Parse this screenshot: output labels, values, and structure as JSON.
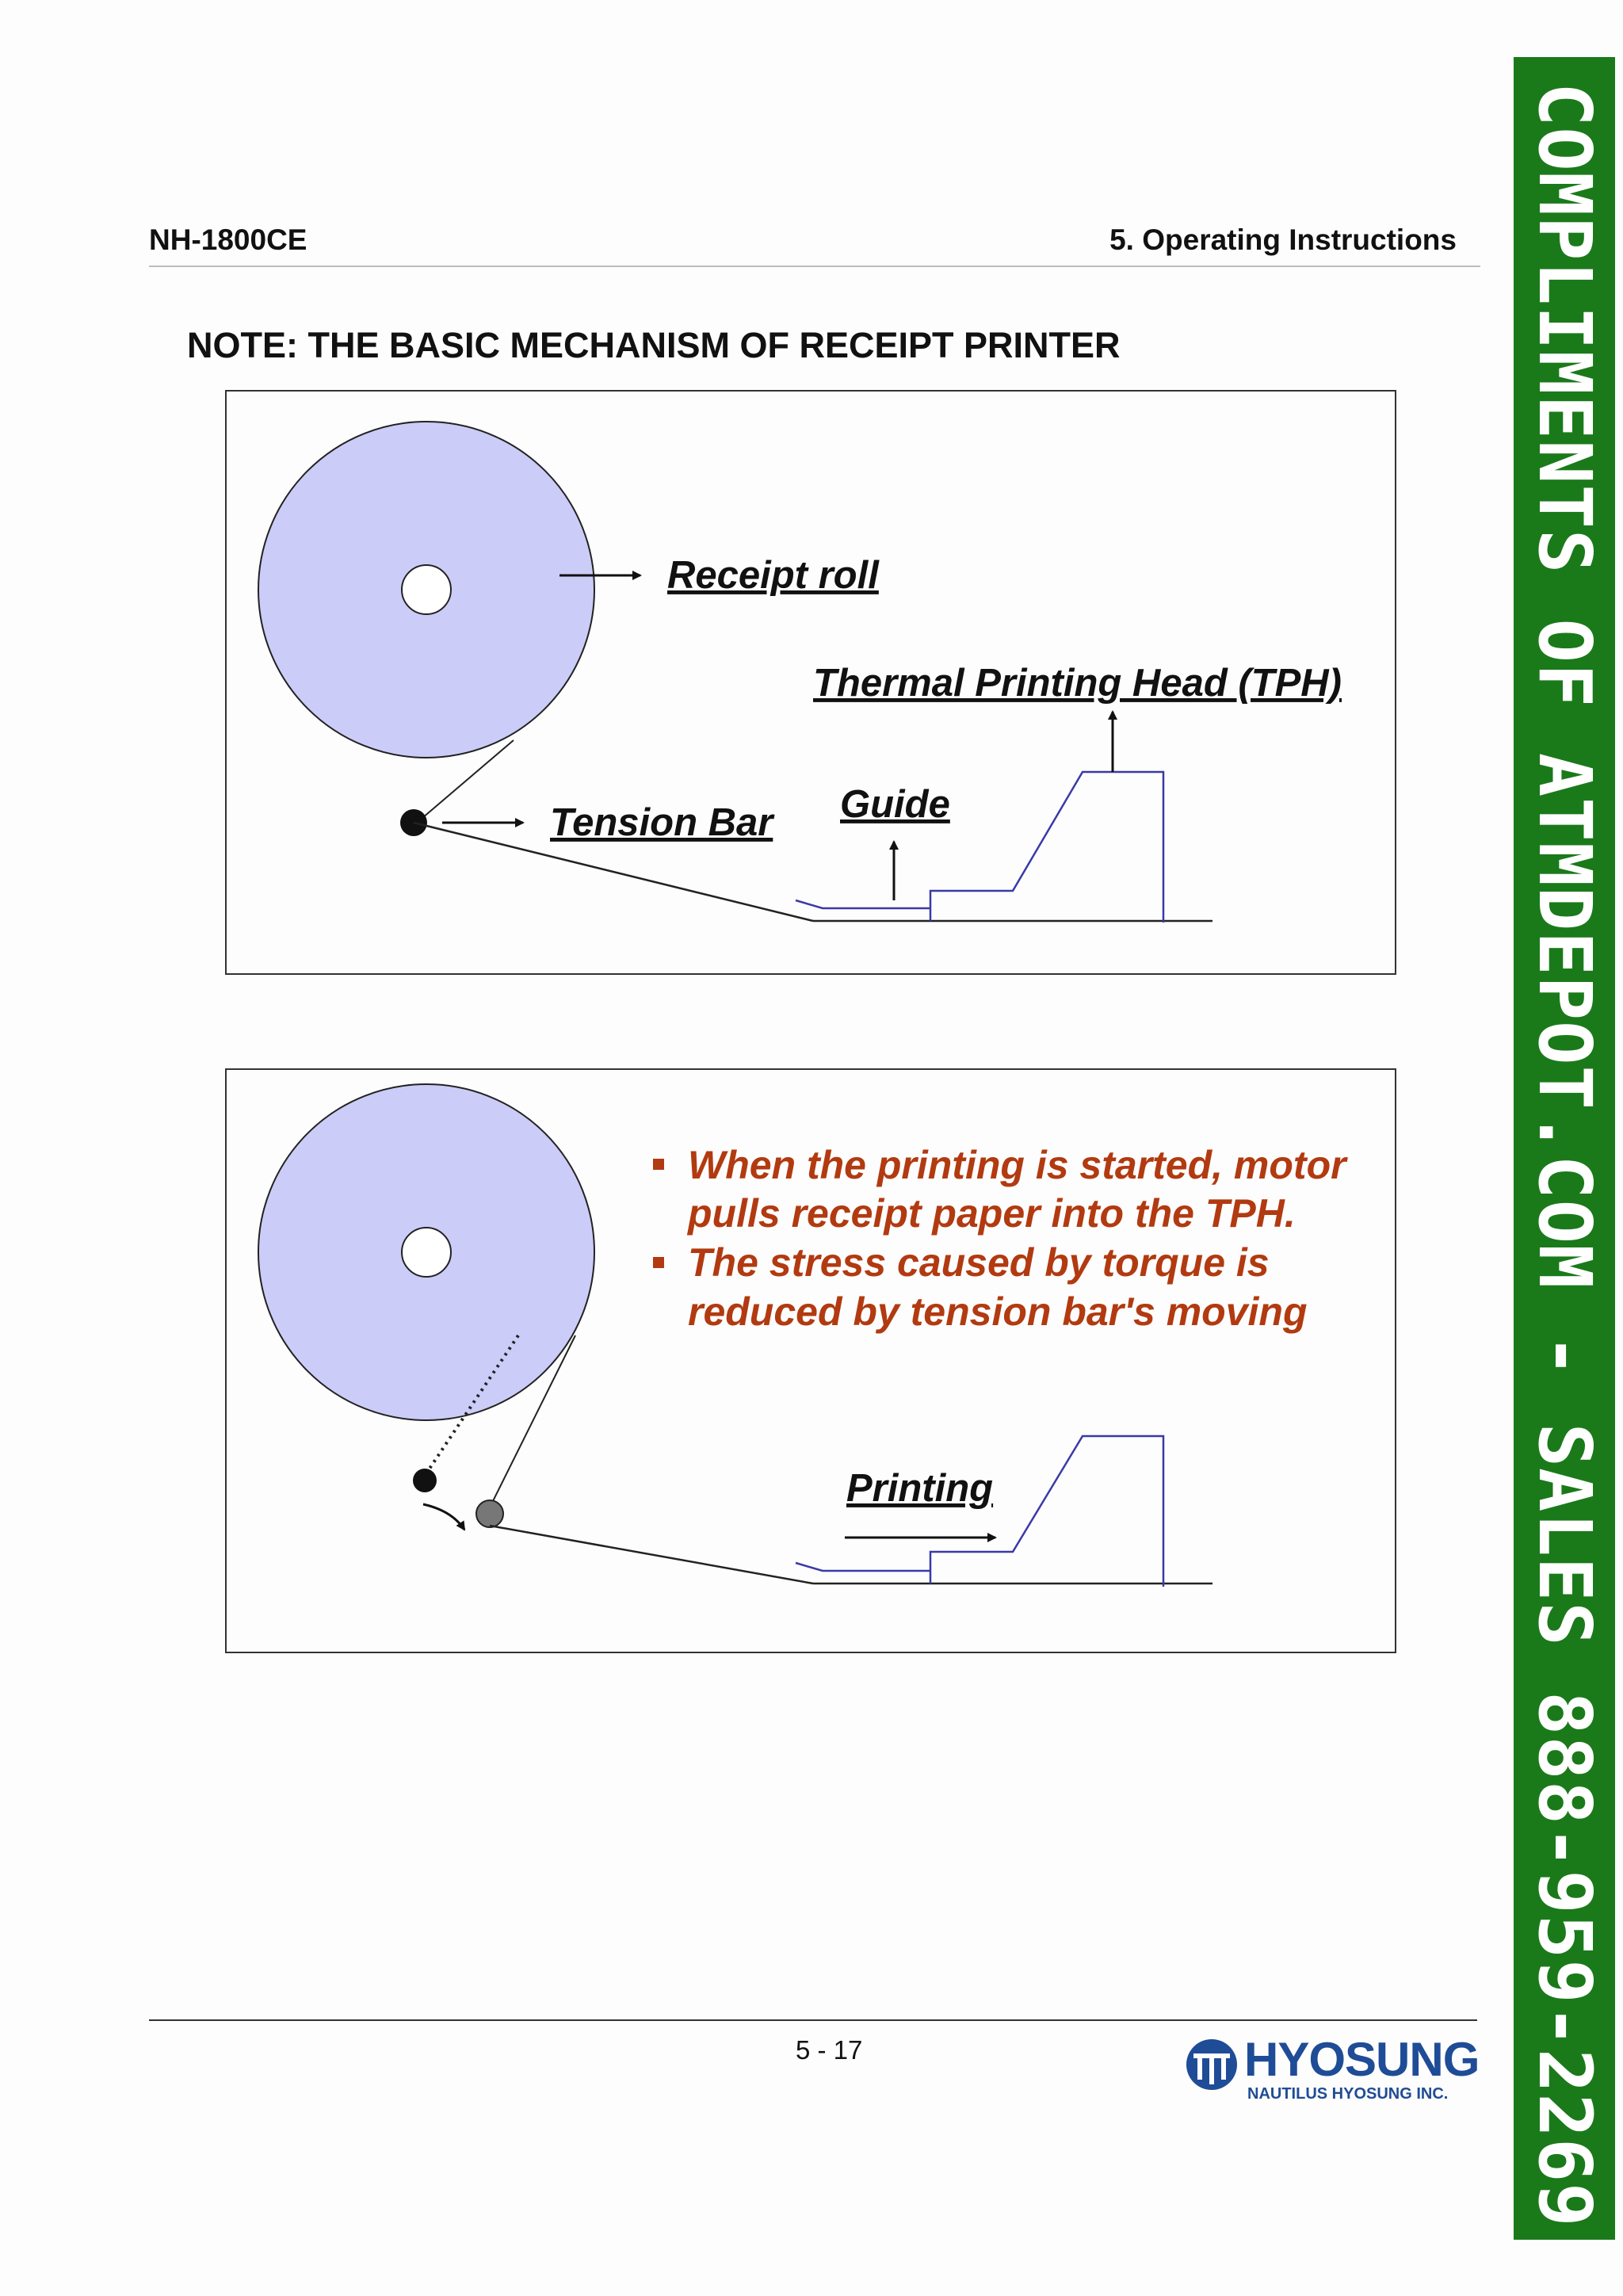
{
  "header": {
    "left": "NH-1800CE",
    "right": "5. Operating Instructions"
  },
  "note_title": "NOTE: THE BASIC MECHANISM OF RECEIPT PRINTER",
  "diagram1": {
    "receipt_roll": "Receipt roll",
    "tph": "Thermal Printing Head (TPH)",
    "tension_bar": "Tension Bar",
    "guide": "Guide"
  },
  "diagram2": {
    "bullet1_line1": "When the printing is started, motor",
    "bullet1_line2": "pulls receipt paper into the TPH.",
    "bullet2_line1": "The stress caused by torque is",
    "bullet2_line2": "reduced by tension bar's moving",
    "printing": "Printing"
  },
  "footer": {
    "page": "5 - 17",
    "logo_name": "HYOSUNG",
    "logo_sub": "NAUTILUS HYOSUNG INC."
  },
  "side_banner": "COMPLIMENTS OF ATMDEPOT.COM - SALES 888-959-2269",
  "colors": {
    "roll_fill": "#ccccf8",
    "mechanism_line": "#3a3aa8",
    "highlight_text": "#b23a10",
    "banner_green": "#1a7a1a"
  }
}
